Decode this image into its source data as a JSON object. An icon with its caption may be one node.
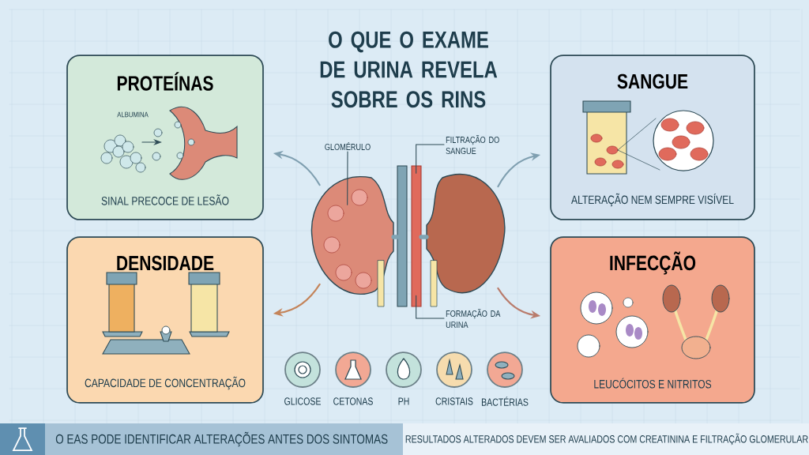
{
  "diagram": {
    "title": "O QUE O EXAME DE URINA REVELA SOBRE OS RINS",
    "nodes": [
      {
        "text": [
          "PROTEÍNAS",
          "ALBUMINA",
          "SINAL PRECOCE DE LESÃO"
        ]
      },
      {
        "text": [
          "SANGUE",
          "ALTERAÇÃO NEM SEMPRE VISÍVEL"
        ]
      },
      {
        "text": [
          "DENSIDADE",
          "CAPACIDADE DE CONCENTRAÇÃO"
        ]
      },
      {
        "text": [
          "INFECÇÃO",
          "LEUCÓCITOS E NITRITOS"
        ]
      },
      {
        "text": [],
        "shape": "picture"
      },
      {
        "text": [
          "GLOMÉRULO"
        ]
      },
      {
        "text": [
          "FILTRAÇÃO DO SANGUE"
        ]
      },
      {
        "text": [
          "FORMAÇÃO DA URINA"
        ]
      },
      {
        "text": [
          "GLICOSE"
        ]
      },
      {
        "text": [
          "CETONAS"
        ]
      },
      {
        "text": [
          "PH"
        ]
      },
      {
        "text": [
          "CRISTAIS"
        ]
      },
      {
        "text": [
          "BACTÉRIAS"
        ]
      }
    ],
    "edges": [
      {
        "from": 4,
        "to": 0,
        "arrow": "to",
        "color": "#7f9fb0"
      },
      {
        "from": 4,
        "to": 1,
        "arrow": "to",
        "color": "#7f9fb0"
      },
      {
        "from": 4,
        "to": 2,
        "arrow": "to",
        "color": "#c4845a"
      },
      {
        "from": 4,
        "to": 3,
        "arrow": "to",
        "color": "#b97c6c"
      },
      {
        "from": 5,
        "to": 4,
        "arrow": "none"
      },
      {
        "from": 6,
        "to": 4,
        "arrow": "none"
      },
      {
        "from": 7,
        "to": 4,
        "arrow": "none"
      }
    ],
    "labels": [
      "O EAS PODE IDENTIFICAR ALTERAÇÕES ANTES DOS SINTOMAS",
      "RESULTADOS ALTERADOS DEVEM SER AVALIADOS COM CREATININA E FILTRAÇÃO GLOMERULAR"
    ]
  }
}
